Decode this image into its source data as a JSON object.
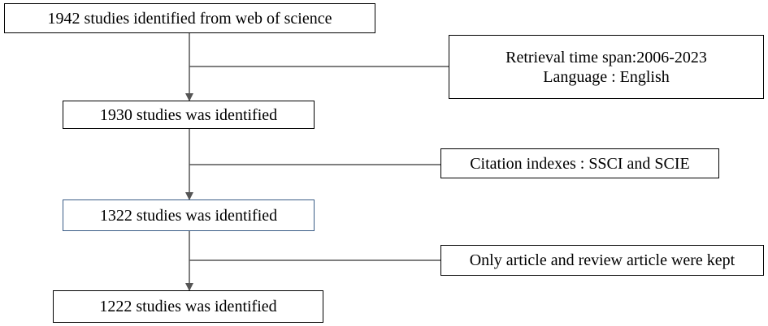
{
  "steps": [
    {
      "text": "1942 studies identified from web of science"
    },
    {
      "text": "1930 studies was identified"
    },
    {
      "text": "1322 studies was identified"
    },
    {
      "text": "1222 studies was identified"
    }
  ],
  "exclusions": [
    {
      "lines": [
        "Retrieval time span:2006-2023",
        "Language : English"
      ]
    },
    {
      "lines": [
        "Citation indexes : SSCI and SCIE"
      ]
    },
    {
      "lines": [
        "Only article and review article were kept"
      ]
    }
  ]
}
